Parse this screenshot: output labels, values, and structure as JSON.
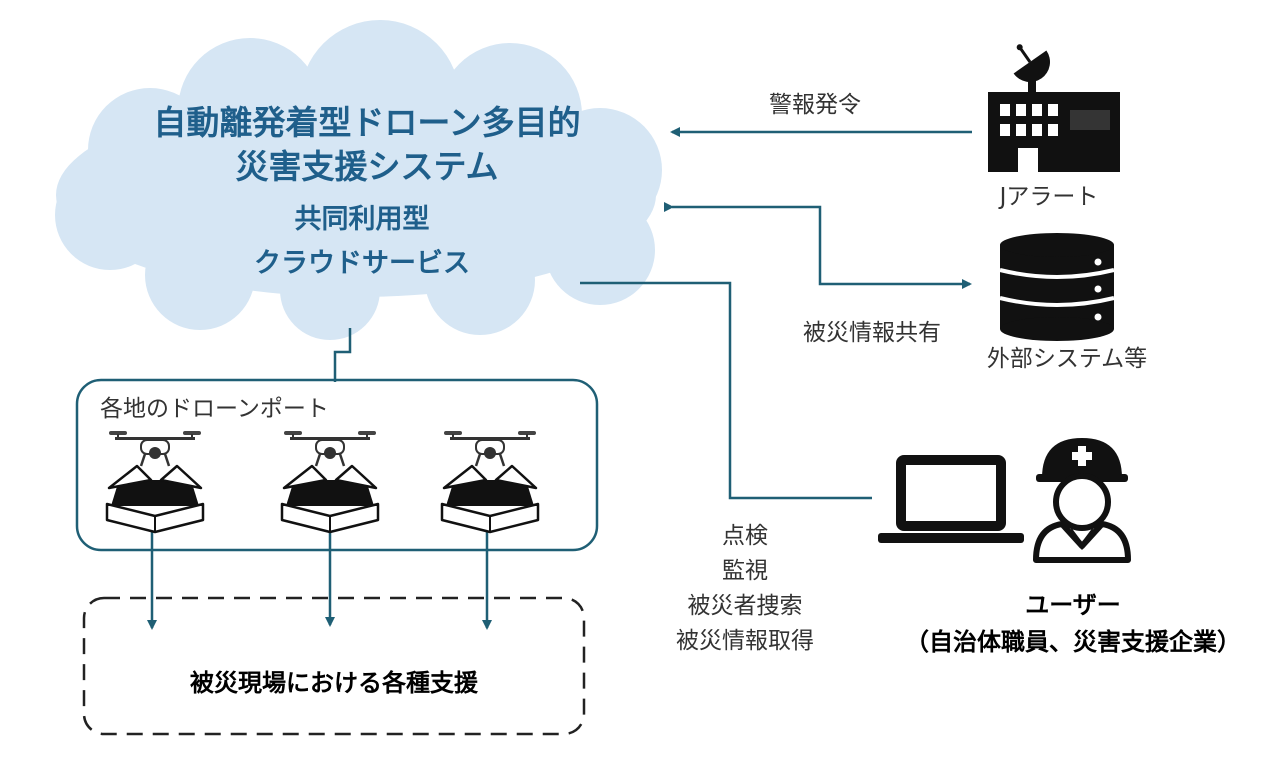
{
  "cloud": {
    "title_line1": "自動離発着型ドローン多目的",
    "title_line2": "災害支援システム",
    "sub_line1": "共同利用型",
    "sub_line2": "クラウドサービス"
  },
  "port_box": {
    "label": "各地のドローンポート"
  },
  "support_box": {
    "label": "被災現場における各種支援"
  },
  "jalert": {
    "label": "Jアラート",
    "arrow_label": "警報発令"
  },
  "external": {
    "label": "外部システム等",
    "arrow_label": "被災情報共有"
  },
  "user": {
    "label": "ユーザー",
    "sublabel": "（自治体職員、災害支援企業）",
    "actions": [
      "点検",
      "監視",
      "被災者捜索",
      "被災情報取得"
    ]
  },
  "colors": {
    "cloud_fill": "#d6e6f4",
    "accent": "#1f5f8b",
    "connector": "#1f5f75"
  },
  "icons": [
    "building-satellite-icon",
    "database-icon",
    "laptop-icon",
    "worker-helmet-icon",
    "drone-icon",
    "drone-port-box-icon"
  ]
}
